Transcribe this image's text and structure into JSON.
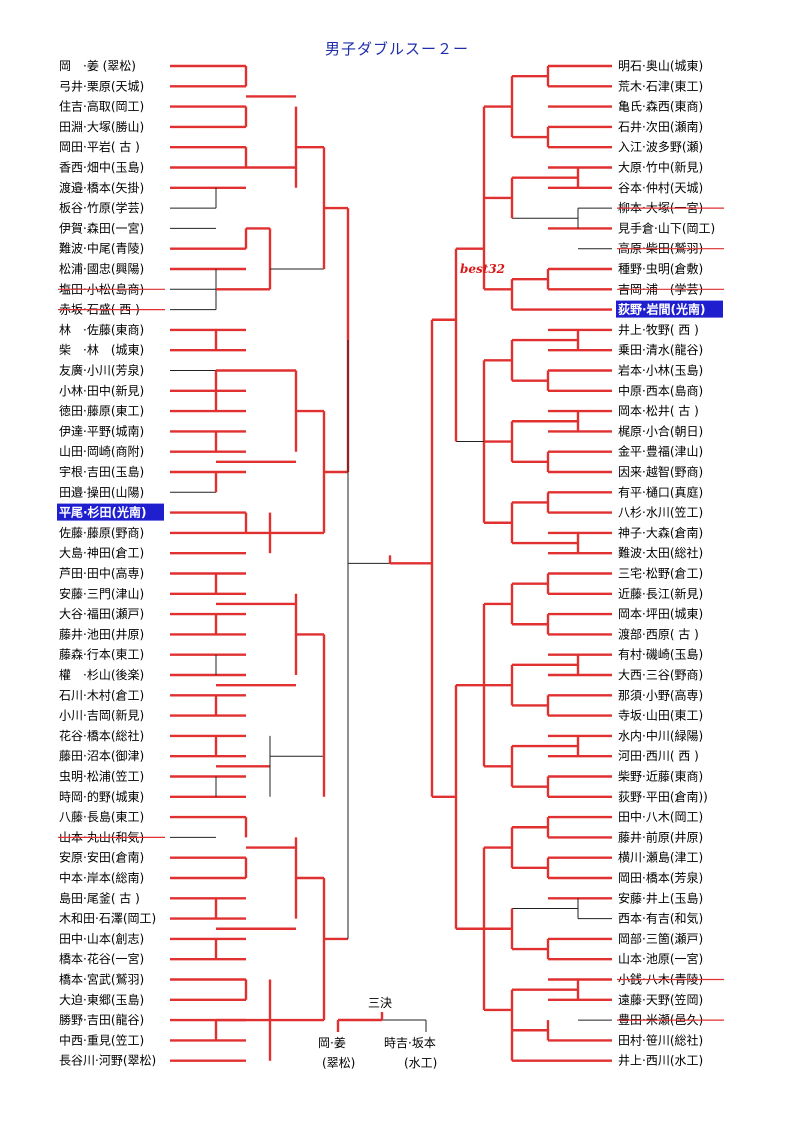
{
  "title": "男子ダブルスー２ー",
  "best32_label": "best32",
  "left_players": [
    "岡　·姜 (翠松)",
    "弓井·栗原(天城)",
    "住吉·高取(岡工)",
    "田淵·大塚(勝山)",
    "岡田·平岩( 古 )",
    "香西·畑中(玉島)",
    "渡邉·橋本(矢掛)",
    "板谷·竹原(学芸)",
    "伊賀·森田(一宮)",
    "難波·中尾(青陵)",
    "松浦·國忠(興陽)",
    "塩田·小松(島商)",
    "赤坂·石盛( 西 )",
    "林　·佐藤(東商)",
    "柴　·林　(城東)",
    "友廣·小川(芳泉)",
    "小林·田中(新見)",
    "徳田·藤原(東工)",
    "伊達·平野(城南)",
    "山田·岡崎(商附)",
    "宇根·吉田(玉島)",
    "田邉·操田(山陽)",
    "平尾·杉田(光南)",
    "佐藤·藤原(野商)",
    "大島·神田(倉工)",
    "芦田·田中(高専)",
    "安藤·三門(津山)",
    "大谷·福田(瀬戸)",
    "藤井·池田(井原)",
    "藤森·行本(東工)",
    "權　·杉山(後楽)",
    "石川·木村(倉工)",
    "小川·吉岡(新見)",
    "花谷·橋本(総社)",
    "藤田·沼本(御津)",
    "虫明·松浦(笠工)",
    "時岡·的野(城東)",
    "八藤·長島(東工)",
    "山本·丸山(和気)",
    "安原·安田(倉南)",
    "中本·岸本(総南)",
    "島田·尾釜( 古 )",
    "木和田·石澤(岡工)",
    "田中·山本(創志)",
    "橋本·花谷(一宮)",
    "橋本·宮武(鷲羽)",
    "大迫·東郷(玉島)",
    "勝野·吉田(龍谷)",
    "中西·重見(笠工)",
    "長谷川·河野(翠松)"
  ],
  "right_players": [
    "明石·奥山(城東)",
    "荒木·石津(東工)",
    "亀氏·森西(東商)",
    "石井·次田(瀬南)",
    "入江·波多野(瀬)",
    "大原·竹中(新見)",
    "谷本·仲村(天城)",
    "柳本·大塚(一宮)",
    "見手倉·山下(岡工)",
    "高原·柴田(鷲羽)",
    "種野·虫明(倉敷)",
    "吉岡·浦　(学芸)",
    "荻野·岩間(光南)",
    "井上·牧野( 西 )",
    "乗田·清水(龍谷)",
    "岩本·小林(玉島)",
    "中原·西本(島商)",
    "岡本·松井( 古 )",
    "梶原·小合(朝日)",
    "金平·豊福(津山)",
    "因来·越智(野商)",
    "有平·樋口(真庭)",
    "八杉·水川(笠工)",
    "神子·大森(倉南)",
    "難波·太田(総社)",
    "三宅·松野(倉工)",
    "近藤·長江(新見)",
    "岡本·坪田(城東)",
    "渡部·西原( 古 )",
    "有村·磯崎(玉島)",
    "大西·三谷(野商)",
    "那須·小野(高専)",
    "寺坂·山田(東工)",
    "水内·中川(緑陽)",
    "河田·西川( 西 )",
    "柴野·近藤(東商)",
    "荻野·平田(倉南))",
    "田中·八木(岡工)",
    "藤井·前原(井原)",
    "横川·瀬島(津工)",
    "岡田·橋本(芳泉)",
    "安藤·井上(玉島)",
    "西本·有吉(和気)",
    "岡部·三箇(瀬戸)",
    "山本·池原(一宮)",
    "小銭·八木(青陵)",
    "遠藤·天野(笠岡)",
    "豊田·米瀬(邑久)",
    "田村·笹川(総社)",
    "井上·西川(水工)"
  ],
  "highlighted_left": [
    22
  ],
  "highlighted_right": [
    12
  ],
  "struck_left": [
    11,
    12,
    38
  ],
  "struck_right": [
    7,
    9,
    11,
    45,
    47
  ],
  "third_place": {
    "label": "三決",
    "left_name": "岡·姜",
    "left_school": "(翠松)",
    "right_name": "時吉·坂本",
    "right_school": "(水工)"
  },
  "colors": {
    "winner_line": "#e03030",
    "bracket_line": "#222222",
    "highlight_bg": "#1f1fd0",
    "title": "#1f2ea8"
  }
}
